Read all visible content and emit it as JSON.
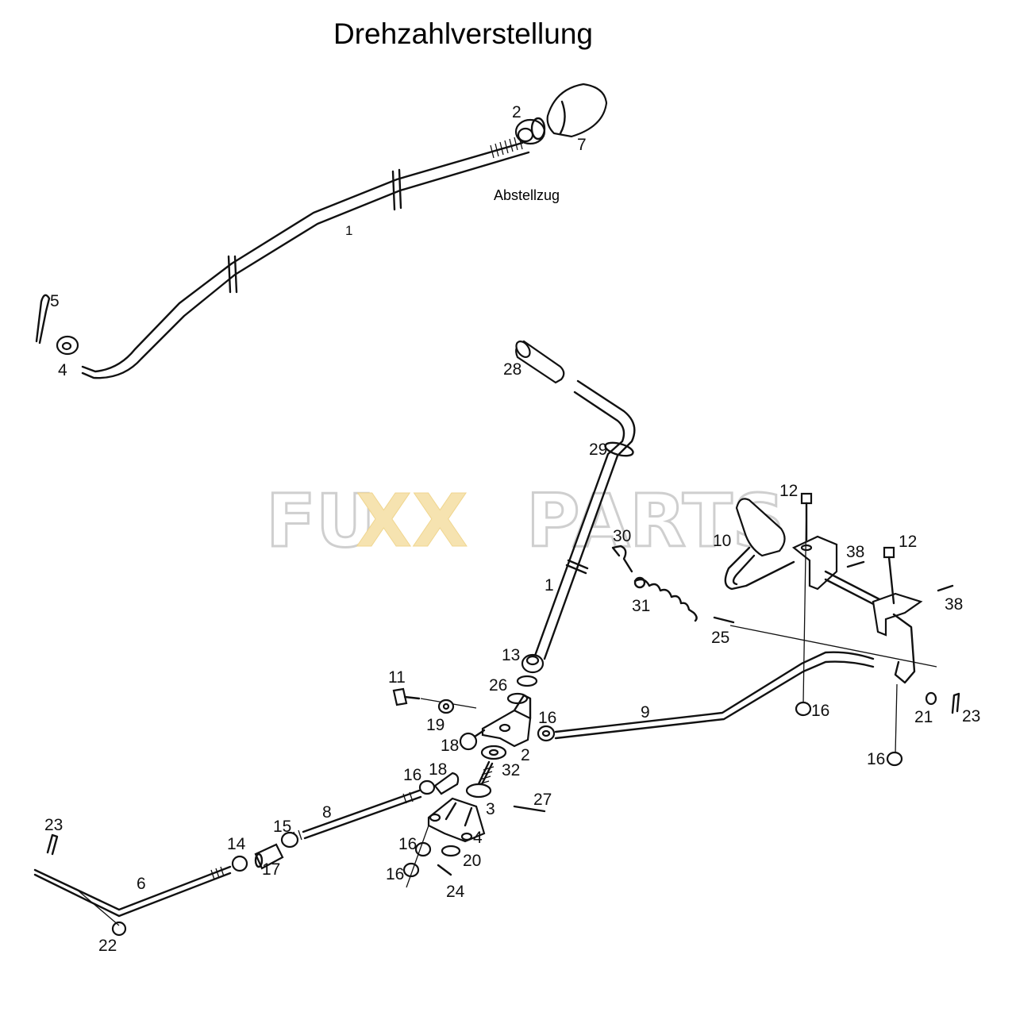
{
  "title": "Drehzahlverstellung",
  "subtitle": "Abstellzug",
  "watermark": {
    "prefix": "FU",
    "xx": "XX",
    "suffix": "PARTS",
    "colors": {
      "outline": "#cfcfcf",
      "xx": "#f6e3b0"
    }
  },
  "labels": {
    "top_1": "1",
    "top_2": "2",
    "top_4": "4",
    "top_5": "5",
    "top_7": "7",
    "l28": "28",
    "l29": "29",
    "l30": "30",
    "l31": "31",
    "l1": "1",
    "l13": "13",
    "l26": "26",
    "l25": "25",
    "l10": "10",
    "l12a": "12",
    "l12b": "12",
    "l38a": "38",
    "l38b": "38",
    "l11": "11",
    "l19": "19",
    "l16a": "16",
    "l9": "9",
    "l2": "2",
    "l18a": "18",
    "l32": "32",
    "l18b": "18",
    "l16b": "16",
    "l27": "27",
    "l3": "3",
    "l8": "8",
    "l15": "15",
    "l14": "14",
    "l17": "17",
    "l16c": "16",
    "l4": "4",
    "l20": "20",
    "l16d": "16",
    "l24": "24",
    "l23a": "23",
    "l6": "6",
    "l22": "22",
    "l16e": "16",
    "l21": "21",
    "l23b": "23",
    "l16f": "16"
  }
}
